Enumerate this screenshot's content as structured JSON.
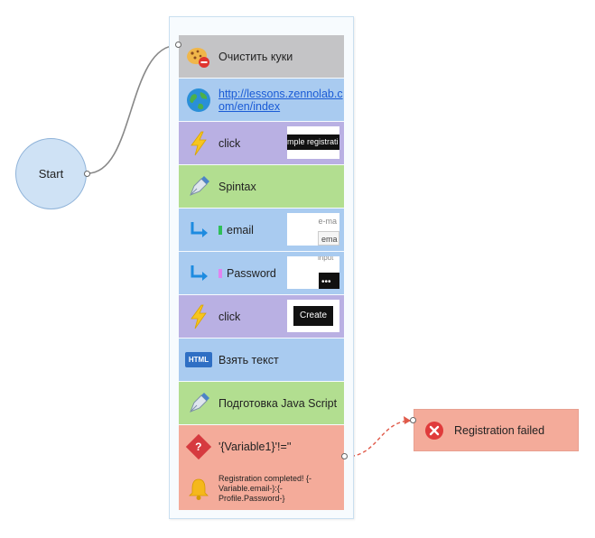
{
  "start": {
    "label": "Start"
  },
  "blocks": [
    {
      "label": "Очистить куки",
      "color": "#c4c4c6",
      "icon": "cookie-icon"
    },
    {
      "label": "http://lessons.zennolab.com/en/index",
      "color": "#a9cbf0",
      "icon": "globe-icon"
    },
    {
      "label": "click",
      "color": "#b9b0e3",
      "icon": "lightning-icon",
      "thumb": "mple registrati"
    },
    {
      "label": "Spintax",
      "color": "#b2de90",
      "icon": "pen-icon"
    },
    {
      "label": "email",
      "color": "#a9cbf0",
      "icon": "arrow-turn-icon",
      "marker": "#2fbf57",
      "thumb_top": "e-ma",
      "thumb_bottom": "ema"
    },
    {
      "label": "Password",
      "color": "#a9cbf0",
      "icon": "arrow-turn-icon",
      "marker": "#e184f0",
      "thumb_top": "input",
      "thumb_bottom": "•••"
    },
    {
      "label": "click",
      "color": "#b9b0e3",
      "icon": "lightning-icon",
      "thumb": "Create"
    },
    {
      "label": "Взять текст",
      "color": "#a9cbf0",
      "icon": "html-icon",
      "icon_text": "HTML"
    },
    {
      "label": "Подготовка Java Script",
      "color": "#b2de90",
      "icon": "pen-icon"
    },
    {
      "label": "'{Variable1}'!=''",
      "color": "#f4ab9a",
      "icon": "question-icon",
      "icon_text": "?"
    },
    {
      "label": "Registration completed! {-Variable.email-}:{-Profile.Password-}",
      "color": "#f4ab9a",
      "icon": "bell-icon"
    }
  ],
  "fail": {
    "label": "Registration failed",
    "color": "#f4ab9a",
    "icon": "error-icon"
  }
}
